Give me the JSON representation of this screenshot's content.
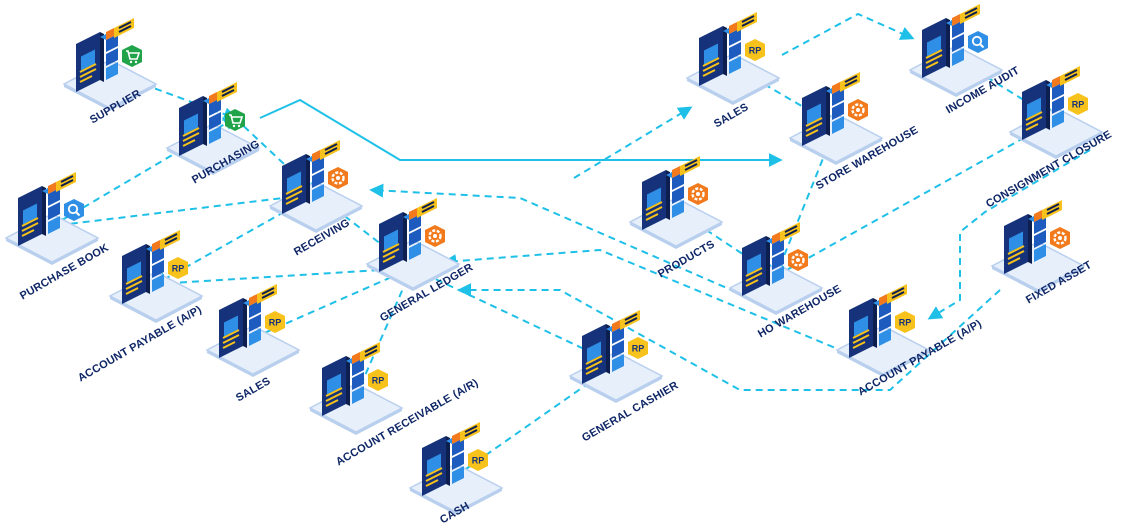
{
  "colors": {
    "link": "#1ec0e8",
    "label": "#0f2767",
    "dark_blue": "#15327a",
    "mid_blue": "#1e5bbf",
    "light_blue": "#2f8fe6",
    "yellow": "#f7c21b",
    "orange": "#f27a1c",
    "green": "#21a34a",
    "base_light": "#e7effb",
    "base_edge": "#b9cfee"
  },
  "nodes": [
    {
      "id": "supplier",
      "label": "SUPPLIER",
      "accent": "green",
      "icon": "cart-icon"
    },
    {
      "id": "purchasing",
      "label": "PURCHASING",
      "accent": "green",
      "icon": "cart-icon"
    },
    {
      "id": "purchase_book",
      "label": "PURCHASE BOOK",
      "accent": "blue",
      "icon": "magnifier-icon"
    },
    {
      "id": "receiving",
      "label": "RECEIVING",
      "accent": "orange",
      "icon": "gear-icon"
    },
    {
      "id": "account_payable_left",
      "label": "ACCOUNT PAYABLE (A/P)",
      "accent": "yellow",
      "icon": "rp-coin-icon"
    },
    {
      "id": "general_ledger",
      "label": "GENERAL LEDGER",
      "accent": "orange",
      "icon": "gear-icon"
    },
    {
      "id": "sales_left",
      "label": "SALES",
      "accent": "yellow",
      "icon": "rp-coin-icon"
    },
    {
      "id": "account_receivable",
      "label": "ACCOUNT RECEIVABLE (A/R)",
      "accent": "yellow",
      "icon": "rp-coin-icon"
    },
    {
      "id": "cash",
      "label": "CASH",
      "accent": "yellow",
      "icon": "rp-coin-icon"
    },
    {
      "id": "general_cashier",
      "label": "GENERAL CASHIER",
      "accent": "yellow",
      "icon": "rp-coin-icon"
    },
    {
      "id": "products",
      "label": "PRODUCTS",
      "accent": "orange",
      "icon": "gear-icon"
    },
    {
      "id": "sales_right",
      "label": "SALES",
      "accent": "yellow",
      "icon": "rp-coin-icon"
    },
    {
      "id": "store_warehouse",
      "label": "STORE WAREHOUSE",
      "accent": "orange",
      "icon": "gear-icon"
    },
    {
      "id": "income_audit",
      "label": "INCOME AUDIT",
      "accent": "blue",
      "icon": "magnifier-icon"
    },
    {
      "id": "consignment_closure",
      "label": "CONSIGNMENT CLOSURE",
      "accent": "yellow",
      "icon": "rp-coin-icon"
    },
    {
      "id": "ho_warehouse",
      "label": "HO WAREHOUSE",
      "accent": "orange",
      "icon": "gear-icon"
    },
    {
      "id": "account_payable_right",
      "label": "ACCOUNT PAYABLE (A/P)",
      "accent": "yellow",
      "icon": "rp-coin-icon"
    },
    {
      "id": "fixed_asset",
      "label": "FIXED ASSET",
      "accent": "orange",
      "icon": "gear-icon"
    }
  ],
  "connections": [
    {
      "from": "supplier",
      "to": "purchasing",
      "style": "dashed"
    },
    {
      "from": "purchase_book",
      "to": "purchasing",
      "style": "dashed"
    },
    {
      "from": "purchasing",
      "to": "receiving",
      "style": "dashed"
    },
    {
      "from": "receiving",
      "to": "purchase_book",
      "style": "dashed"
    },
    {
      "from": "receiving",
      "to": "account_payable_left",
      "style": "dashed"
    },
    {
      "from": "receiving",
      "to": "general_ledger",
      "style": "dashed"
    },
    {
      "from": "account_payable_left",
      "to": "general_ledger",
      "style": "dashed"
    },
    {
      "from": "sales_left",
      "to": "general_ledger",
      "style": "dashed"
    },
    {
      "from": "account_receivable",
      "to": "general_ledger",
      "style": "dashed"
    },
    {
      "from": "cash",
      "to": "general_cashier",
      "style": "dashed"
    },
    {
      "from": "general_cashier",
      "to": "general_ledger",
      "style": "dashed"
    },
    {
      "from": "purchasing",
      "to": "store_warehouse",
      "style": "solid"
    },
    {
      "from": "products",
      "to": "sales_right",
      "style": "dashed"
    },
    {
      "from": "products",
      "to": "ho_warehouse",
      "style": "dashed"
    },
    {
      "from": "sales_right",
      "to": "store_warehouse",
      "style": "dashed"
    },
    {
      "from": "sales_right",
      "to": "income_audit",
      "style": "dashed"
    },
    {
      "from": "income_audit",
      "to": "consignment_closure",
      "style": "dashed"
    },
    {
      "from": "store_warehouse",
      "to": "ho_warehouse",
      "style": "dashed"
    },
    {
      "from": "consignment_closure",
      "to": "ho_warehouse",
      "style": "dashed"
    },
    {
      "from": "consignment_closure",
      "to": "account_payable_right",
      "style": "dashed"
    },
    {
      "from": "ho_warehouse",
      "to": "receiving",
      "style": "dashed"
    },
    {
      "from": "account_payable_right",
      "to": "general_ledger",
      "style": "dashed"
    },
    {
      "from": "fixed_asset",
      "to": "general_ledger",
      "style": "dashed"
    }
  ]
}
